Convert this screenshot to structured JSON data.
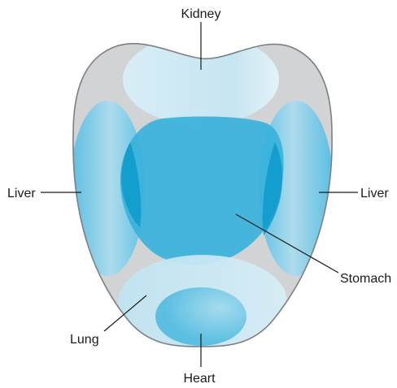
{
  "labels": {
    "kidney": "Kidney",
    "liver_left": "Liver",
    "liver_right": "Liver",
    "stomach": "Stomach",
    "lung": "Lung",
    "heart": "Heart"
  },
  "colors": {
    "tongue_fill": "#d2d3d5",
    "tongue_outline": "#7d7f82",
    "kidney_zone": "#c6e6f2",
    "liver_zone": "#5ec3e6",
    "stomach_zone": "#38b2dc",
    "lung_zone": "#cae9f4",
    "heart_zone": "#63c2e2",
    "text": "#1a1a1a"
  }
}
